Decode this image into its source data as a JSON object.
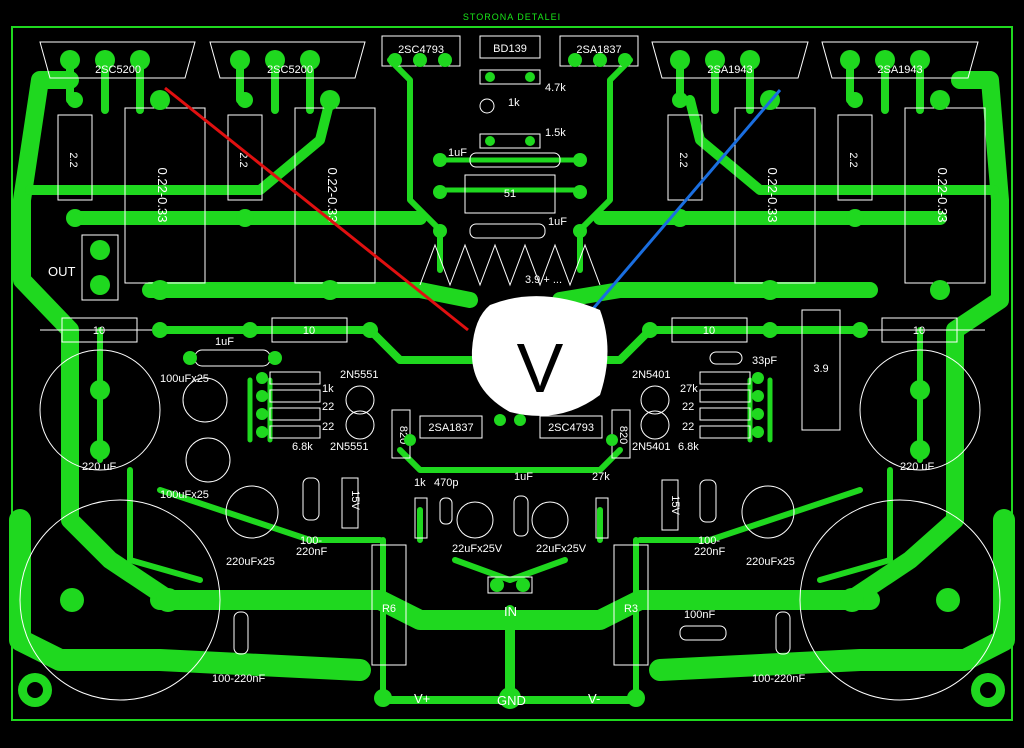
{
  "title": "STORONA DETALEI",
  "colors": {
    "background": "#000000",
    "copper": "#1fd81f",
    "silk": "#ffffff",
    "red_line": "#e01010",
    "blue_line": "#1a6ee0"
  },
  "transistors_top": [
    "2SC5200",
    "2SC5200",
    "2SC4793",
    "BD139",
    "2SA1837",
    "2SA1943",
    "2SA1943"
  ],
  "emitter_resistors": [
    "0.22-0.33",
    "0.22-0.33",
    "0.22-0.33",
    "0.22-0.33"
  ],
  "base_resistors": [
    "2.2",
    "2.2",
    "2.2",
    "2.2"
  ],
  "bias_parts": {
    "r1": "4.7k",
    "r2": "1k",
    "r3": "1.5k",
    "c1": "1uF",
    "r51": "51",
    "c2": "1uF",
    "zobel": "3.9 + ..."
  },
  "output_label": "OUT",
  "r10": [
    "10",
    "10",
    "10",
    "10"
  ],
  "cap_1uf_left": "1uF",
  "cap_100uf_top": "100uFx25",
  "cap_100uf_bottom": "100uFx25",
  "cap_220uf_left": "220 uF",
  "cap_220uf_right": "220 uF",
  "left_small": [
    "2N5551",
    "1k",
    "22",
    "22",
    "6.8k",
    "2N5551"
  ],
  "right_small": [
    "2N5401",
    "27k",
    "22",
    "22",
    "6.8k",
    "2N5401"
  ],
  "cap_33pf": "33pF",
  "r39": "3.9",
  "r820": [
    "820",
    "820"
  ],
  "mid_transistors": [
    "2SA1837",
    "2SC4793"
  ],
  "input_parts": {
    "r1k": "1k",
    "c470": "470p",
    "c1uf": "1uF",
    "r27k": "27k",
    "cap_a": "22uFx25V",
    "cap_b": "22uFx25V",
    "in": "IN"
  },
  "zener": [
    "15V",
    "15V"
  ],
  "caps_mid": [
    "100-\n220nF",
    "100-\n220nF"
  ],
  "cap_mid_left_1": "100-",
  "cap_mid_left_2": "220nF",
  "cap_mid_right_1": "100-",
  "cap_mid_right_2": "220nF",
  "cap_220uf25_left": "220uFx25",
  "cap_220uf25_right": "220uFx25",
  "r6": "R6",
  "r3": "R3",
  "cap_100nf": "100nF",
  "cap_bottom_left": "100-220nF",
  "cap_bottom_right": "100-220nF",
  "power": {
    "vplus": "V+",
    "gnd": "GND",
    "vminus": "V-"
  },
  "pointer_glyph": "V"
}
